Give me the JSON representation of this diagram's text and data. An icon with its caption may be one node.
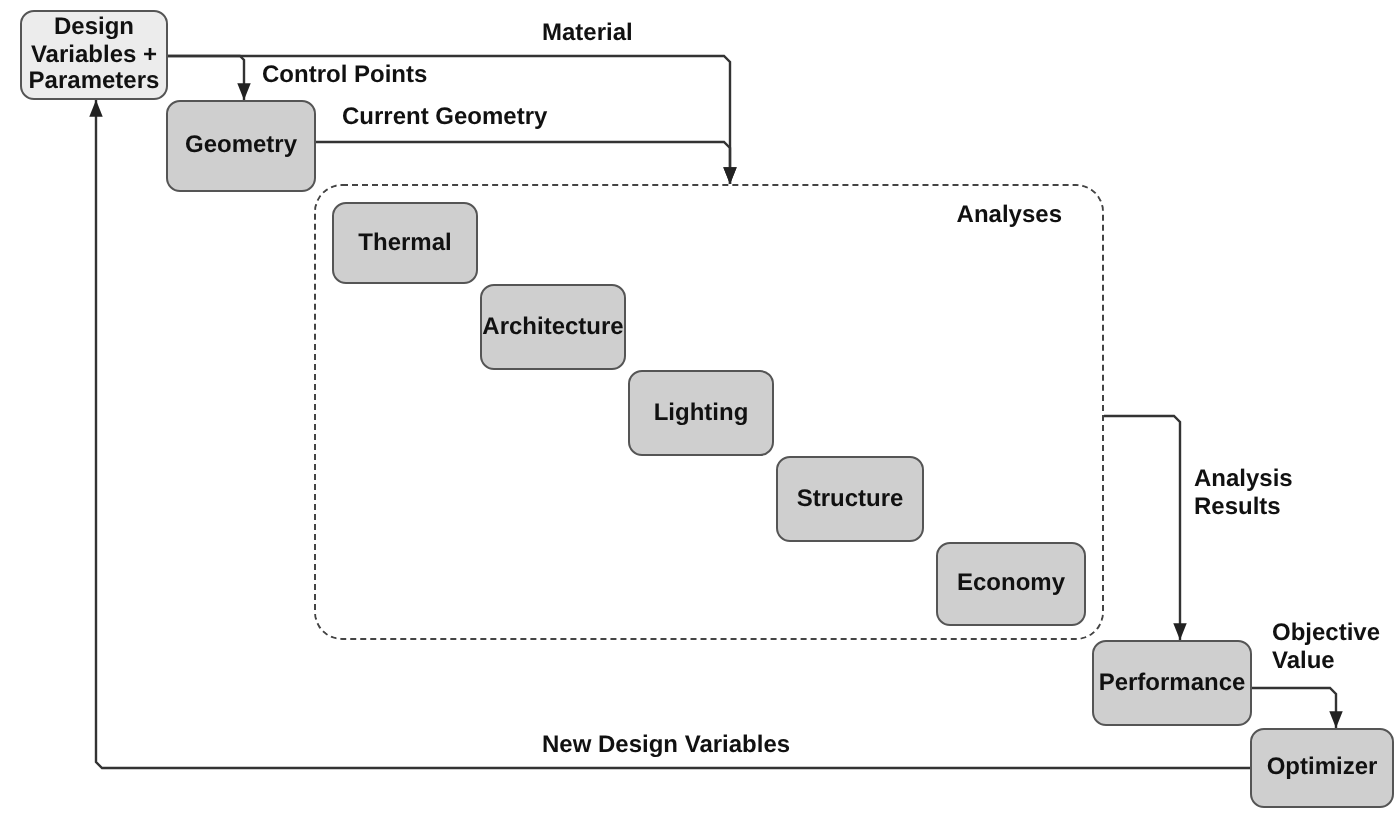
{
  "diagram": {
    "nodes": [
      {
        "text": [
          "Design Variables + Parameters"
        ]
      },
      {
        "text": [
          "Geometry"
        ]
      },
      {
        "text": [
          "Analyses"
        ]
      },
      {
        "text": [
          "Thermal"
        ],
        "in": 2
      },
      {
        "text": [
          "Architecture"
        ],
        "in": 2
      },
      {
        "text": [
          "Lighting"
        ],
        "in": 2
      },
      {
        "text": [
          "Structure"
        ],
        "in": 2
      },
      {
        "text": [
          "Economy"
        ],
        "in": 2
      },
      {
        "text": [
          "Performance"
        ]
      },
      {
        "text": [
          "Optimizer"
        ]
      }
    ],
    "edges": [
      {
        "from": 0,
        "to": 1,
        "label": "Control Points",
        "arrow": "to"
      },
      {
        "from": 0,
        "to": 2,
        "label": "Material",
        "arrow": "to"
      },
      {
        "from": 1,
        "to": 2,
        "label": "Current Geometry",
        "arrow": "to"
      },
      {
        "from": 2,
        "to": 8,
        "label": "Analysis Results",
        "arrow": "to"
      },
      {
        "from": 8,
        "to": 9,
        "label": "Objective Value",
        "arrow": "to"
      },
      {
        "from": 9,
        "to": 0,
        "label": "New Design Variables",
        "arrow": "to"
      }
    ]
  }
}
